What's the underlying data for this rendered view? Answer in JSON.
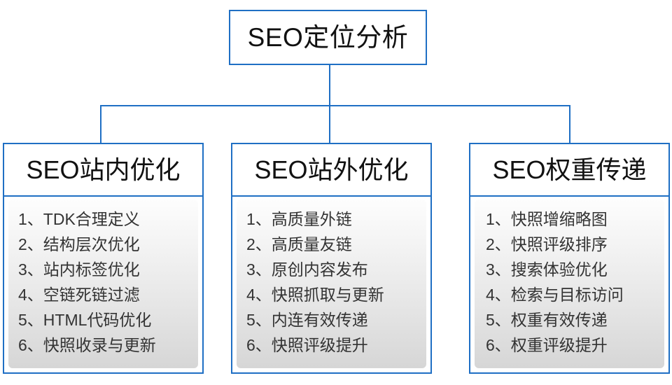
{
  "colors": {
    "line": "#1f6fc4",
    "text": "#111111",
    "list_text": "#333333",
    "panel_top": "#fdfdfd",
    "panel_bottom": "#d6d6d6",
    "box_fill": "#ffffff"
  },
  "diagram": {
    "type": "org-tree",
    "root": {
      "label": "SEO定位分析"
    },
    "branches": [
      {
        "header": "SEO站内优化",
        "items": [
          {
            "index": "1、",
            "text": "TDK合理定义"
          },
          {
            "index": "2、",
            "text": "结构层次优化"
          },
          {
            "index": "3、",
            "text": "站内标签优化"
          },
          {
            "index": "4、",
            "text": "空链死链过滤"
          },
          {
            "index": "5、",
            "text": "HTML代码优化"
          },
          {
            "index": "6、",
            "text": "快照收录与更新"
          }
        ]
      },
      {
        "header": "SEO站外优化",
        "items": [
          {
            "index": "1、",
            "text": "高质量外链"
          },
          {
            "index": "2、",
            "text": "高质量友链"
          },
          {
            "index": "3、",
            "text": "原创内容发布"
          },
          {
            "index": "4、",
            "text": "快照抓取与更新"
          },
          {
            "index": "5、",
            "text": "内连有效传递"
          },
          {
            "index": "6、",
            "text": "快照评级提升"
          }
        ]
      },
      {
        "header": "SEO权重传递",
        "items": [
          {
            "index": "1、",
            "text": "快照增缩略图"
          },
          {
            "index": "2、",
            "text": "快照评级排序"
          },
          {
            "index": "3、",
            "text": "搜索体验优化"
          },
          {
            "index": "4、",
            "text": "检索与目标访问"
          },
          {
            "index": "5、",
            "text": "权重有效传递"
          },
          {
            "index": "6、",
            "text": "权重评级提升"
          }
        ]
      }
    ]
  }
}
